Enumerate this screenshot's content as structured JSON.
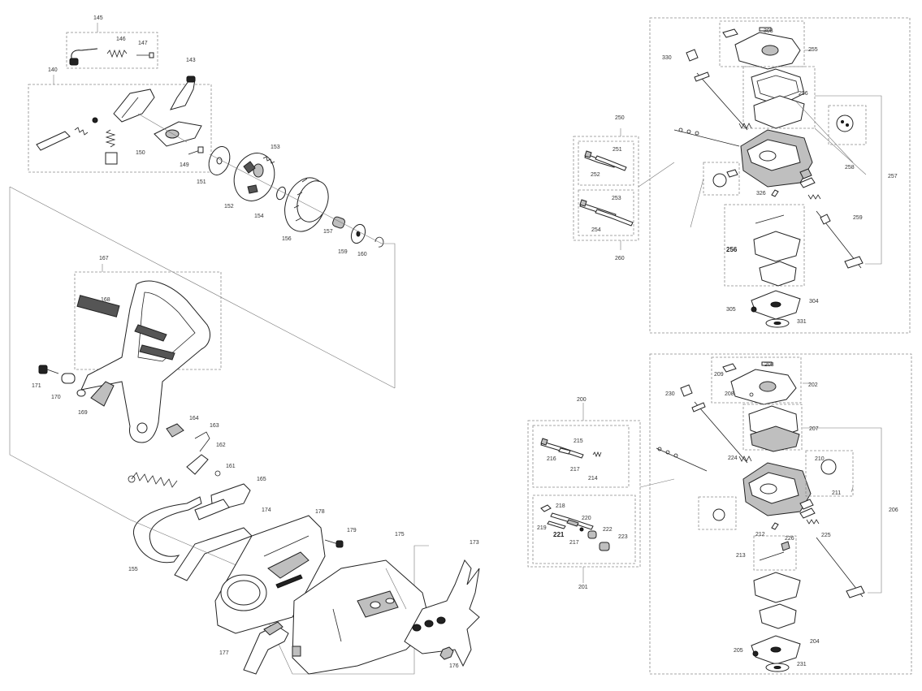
{
  "labels": [
    {
      "text": "145"
    },
    {
      "text": "146"
    },
    {
      "text": "147"
    },
    {
      "text": "143"
    },
    {
      "text": "140"
    },
    {
      "text": "150"
    },
    {
      "text": "149"
    },
    {
      "text": "153"
    },
    {
      "text": "151"
    },
    {
      "text": "152"
    },
    {
      "text": "154"
    },
    {
      "text": "156"
    },
    {
      "text": "157"
    },
    {
      "text": "159"
    },
    {
      "text": "160"
    },
    {
      "text": "167"
    },
    {
      "text": "168"
    },
    {
      "text": "171"
    },
    {
      "text": "170"
    },
    {
      "text": "169"
    },
    {
      "text": "164"
    },
    {
      "text": "163"
    },
    {
      "text": "162"
    },
    {
      "text": "161"
    },
    {
      "text": "165"
    },
    {
      "text": "174"
    },
    {
      "text": "178"
    },
    {
      "text": "179"
    },
    {
      "text": "175"
    },
    {
      "text": "173"
    },
    {
      "text": "155"
    },
    {
      "text": "177"
    },
    {
      "text": "176"
    },
    {
      "text": "303"
    },
    {
      "text": "255"
    },
    {
      "text": "330"
    },
    {
      "text": "256"
    },
    {
      "text": "250"
    },
    {
      "text": "251"
    },
    {
      "text": "252"
    },
    {
      "text": "253"
    },
    {
      "text": "254"
    },
    {
      "text": "260"
    },
    {
      "text": "258"
    },
    {
      "text": "257"
    },
    {
      "text": "326"
    },
    {
      "text": "259"
    },
    {
      "text": "256"
    },
    {
      "text": "304"
    },
    {
      "text": "305"
    },
    {
      "text": "331"
    },
    {
      "text": "209"
    },
    {
      "text": "203"
    },
    {
      "text": "202"
    },
    {
      "text": "230"
    },
    {
      "text": "208"
    },
    {
      "text": "200"
    },
    {
      "text": "207"
    },
    {
      "text": "215"
    },
    {
      "text": "216"
    },
    {
      "text": "217"
    },
    {
      "text": "214"
    },
    {
      "text": "224"
    },
    {
      "text": "210"
    },
    {
      "text": "211"
    },
    {
      "text": "206"
    },
    {
      "text": "218"
    },
    {
      "text": "220"
    },
    {
      "text": "219"
    },
    {
      "text": "221"
    },
    {
      "text": "222"
    },
    {
      "text": "217"
    },
    {
      "text": "223"
    },
    {
      "text": "212"
    },
    {
      "text": "226"
    },
    {
      "text": "225"
    },
    {
      "text": "213"
    },
    {
      "text": "201"
    },
    {
      "text": "204"
    },
    {
      "text": "205"
    },
    {
      "text": "231"
    }
  ]
}
